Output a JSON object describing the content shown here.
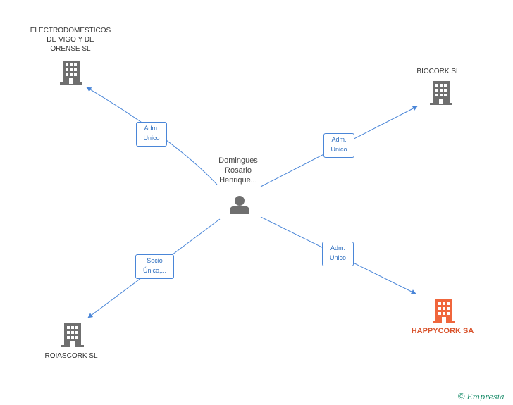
{
  "center": {
    "name": "Domingues\nRosario\nHenrique..."
  },
  "companies": {
    "c1": {
      "name": "ELECTRODOMESTICOS\nDE VIGO Y DE\nORENSE SL",
      "role": "Adm.\nUnico"
    },
    "c2": {
      "name": "BIOCORK SL",
      "role": "Adm.\nUnico"
    },
    "c3": {
      "name": "ROIASCORK SL",
      "role": "Socio\nÚnico,..."
    },
    "c4": {
      "name": "HAPPYCORK SA",
      "role": "Adm.\nUnico"
    }
  },
  "colors": {
    "edge": "#4a86d8",
    "building": "#6f6f6f",
    "highlight": "#f0663c",
    "person": "#6f6f6f"
  },
  "footer": {
    "symbol": "©",
    "brand": "Empresia"
  }
}
